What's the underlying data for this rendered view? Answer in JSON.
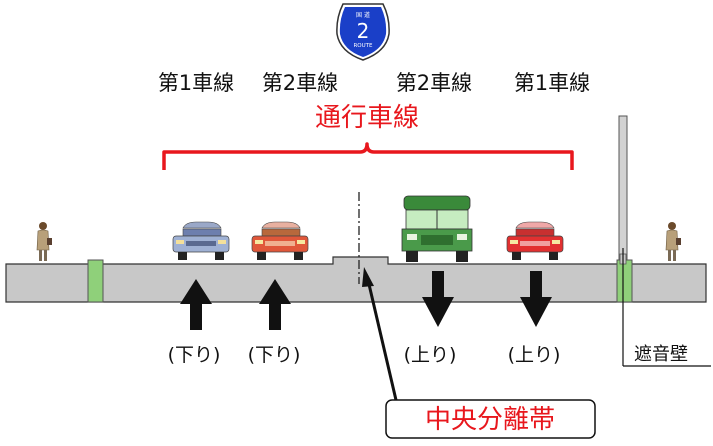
{
  "route_sign": {
    "kanji": "国 道",
    "number": "2",
    "route": "ROUTE",
    "color": "#1a3fc8"
  },
  "lanes": [
    {
      "label": "第1車線",
      "direction": "(下り)",
      "arrow": "up"
    },
    {
      "label": "第2車線",
      "direction": "(下り)",
      "arrow": "up"
    },
    {
      "label": "第2車線",
      "direction": "(上り)",
      "arrow": "down"
    },
    {
      "label": "第1車線",
      "direction": "(上り)",
      "arrow": "down"
    }
  ],
  "traffic_lanes_label": "通行車線",
  "median_label": "中央分離帯",
  "sound_barrier_label": "遮音壁",
  "colors": {
    "accent_red": "#e8171d",
    "road_gray": "#c8c8c8",
    "green_strip": "#8fd07a",
    "outline": "#333333"
  }
}
